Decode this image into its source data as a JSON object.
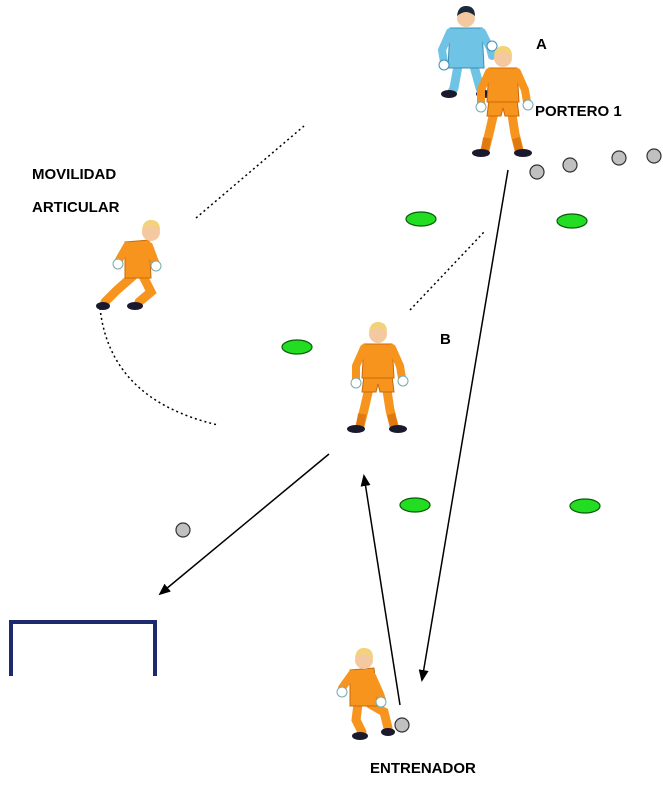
{
  "labels": {
    "a": "A",
    "portero": "PORTERO 1",
    "movilidad_line1": "MOVILIDAD",
    "movilidad_line2": "ARTICULAR",
    "b": "B",
    "entrenador": "ENTRENADOR"
  },
  "colors": {
    "kit_orange": "#f7941d",
    "kit_orange_dark": "#c96a08",
    "hair": "#f2d27a",
    "skin": "#f5c9a0",
    "keeper_blue": "#6fc3e4",
    "keeper_blue_dark": "#3b8fb5",
    "cone_green": "#22dd22",
    "ball_grey": "#c0c0c0",
    "goal_navy": "#1e2a6e",
    "shoe": "#1a1a2e"
  }
}
